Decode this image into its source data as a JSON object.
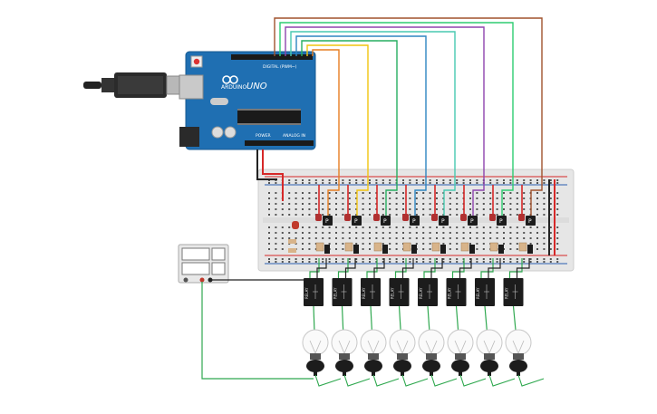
{
  "arduino": {
    "brand": "ARDUINO",
    "model": "UNO",
    "digital_header_label": "DIGITAL (PWM~)",
    "power_label": "POWER",
    "analog_label": "ANALOG IN"
  },
  "relay_label": "RELAY",
  "transistor_label": "P",
  "channel_count": 8,
  "wire_colors": [
    "#e67e22",
    "#f1c40f",
    "#27ae60",
    "#2e86c1",
    "#48c9b0",
    "#8e44ad",
    "#2ecc71",
    "#a0522d"
  ],
  "colors": {
    "board": "#1f6fb2",
    "breadboard": "#e6e6e6",
    "rail_red": "#d62828",
    "rail_black": "#222222",
    "relay": "#1c1c1c",
    "bulb_glass": "#fafafa",
    "ground_wire": "#2fa84f"
  }
}
